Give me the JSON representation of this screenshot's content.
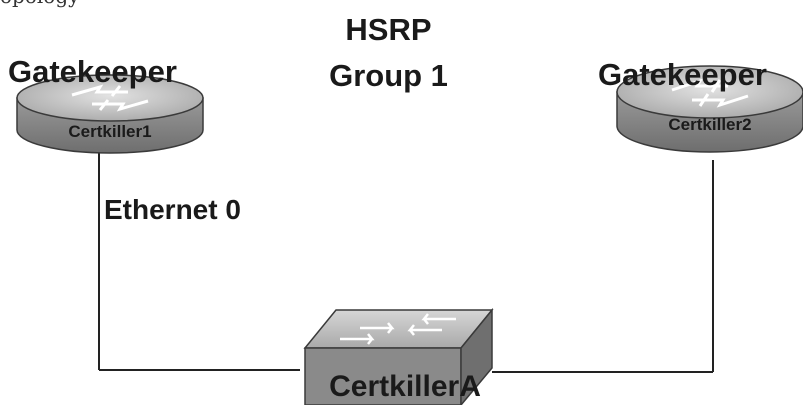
{
  "header_cut_text": "opology",
  "hsrp": {
    "title": "HSRP",
    "group": "Group 1"
  },
  "routers": [
    {
      "role": "Gatekeeper",
      "name": "Certkiller1"
    },
    {
      "role": "Gatekeeper",
      "name": "Certkiller2"
    }
  ],
  "interface_label": "Ethernet 0",
  "switch": {
    "name": "CertkillerA"
  },
  "colors": {
    "device_top": "#c8c8c8",
    "device_side": "#8f8f8f",
    "device_outline": "#3a3a3a",
    "link_line": "#222222",
    "text": "#1a1a1a"
  },
  "icons": [
    "router-icon",
    "router-icon",
    "switch-icon"
  ]
}
